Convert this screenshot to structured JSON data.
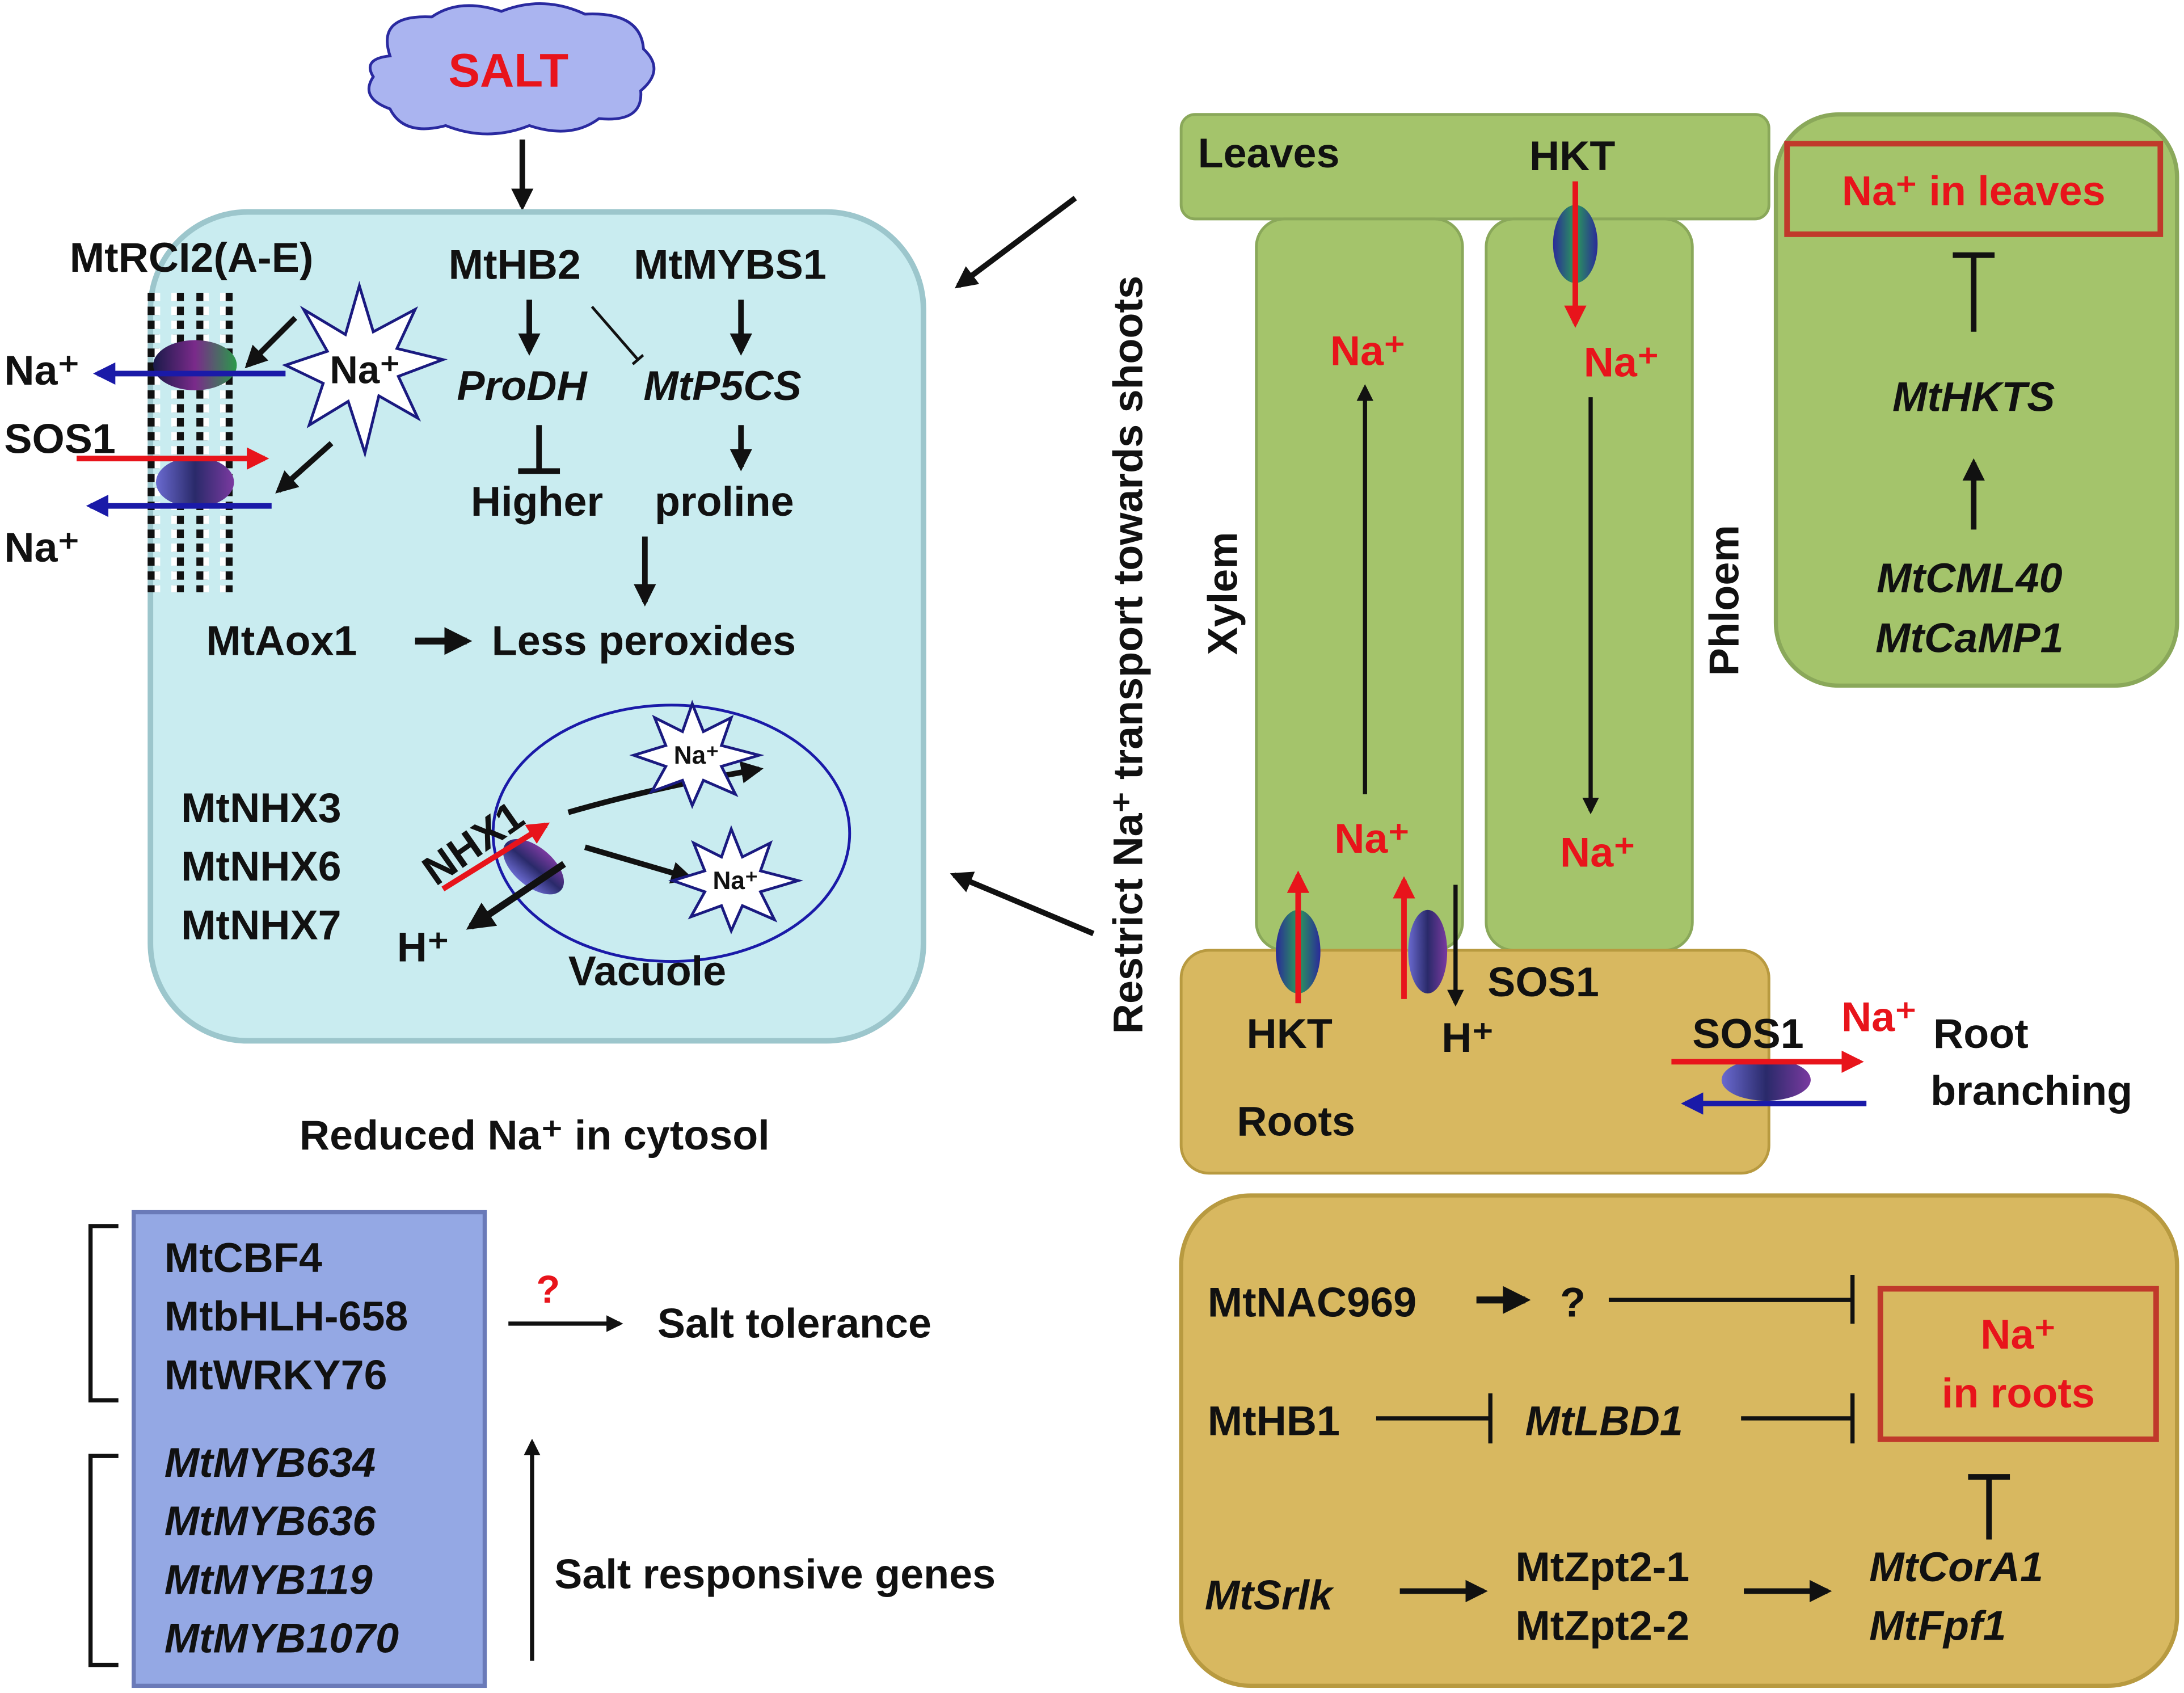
{
  "colors": {
    "cell": "#c9ecf0",
    "green": "#a4c46b",
    "root": "#d8b860",
    "gene_box": "#94a8e4",
    "red": "#e8141b",
    "blue": "#1a1aa8"
  },
  "salt": "SALT",
  "cell": {
    "mtrci2": "MtRCI2(A-E)",
    "na_out_top": "Na⁺",
    "sos1": "SOS1",
    "na_out_bottom": "Na⁺",
    "na_star": "Na⁺",
    "mthb2": "MtHB2",
    "mtmybs1": "MtMYBS1",
    "prodh": "ProDH",
    "mtp5cs": "MtP5CS",
    "higher": "Higher",
    "proline": "proline",
    "mtaox1": "MtAox1",
    "less_peroxides": "Less peroxides",
    "nhx3": "MtNHX3",
    "nhx6": "MtNHX6",
    "nhx7": "MtNHX7",
    "nhx1": "NHX1",
    "h_plus": "H⁺",
    "vac_na1": "Na⁺",
    "vac_na2": "Na⁺",
    "vacuole": "Vacuole"
  },
  "reduced_na": "Reduced Na⁺ in cytosol",
  "restrict": "Restrict Na⁺ transport towards shoots",
  "plant": {
    "leaves": "Leaves",
    "hkt_top": "HKT",
    "xylem": "Xylem",
    "phloem": "Phloem",
    "xylem_na_top": "Na⁺",
    "xylem_na_bottom": "Na⁺",
    "phloem_na_top": "Na⁺",
    "phloem_na_bottom": "Na⁺",
    "sos1_root": "SOS1",
    "hkt_root": "HKT",
    "h_plus": "H⁺",
    "roots": "Roots",
    "sos1_outer": "SOS1",
    "na_outer": "Na⁺",
    "root_branching_1": "Root",
    "root_branching_2": "branching"
  },
  "leaf_box": {
    "title": "Na⁺ in leaves",
    "mthkts": "MtHKTS",
    "mtcml40": "MtCML40",
    "mtcamp1": "MtCaMP1"
  },
  "genes": {
    "group1": [
      "MtCBF4",
      "MtbHLH-658",
      "MtWRKY76"
    ],
    "group2": [
      "MtMYB634",
      "MtMYB636",
      "MtMYB119",
      "MtMYB1070"
    ],
    "question": "?",
    "salt_tolerance": "Salt tolerance",
    "salt_responsive": "Salt responsive genes"
  },
  "root_box": {
    "mtnac969": "MtNAC969",
    "question": "?",
    "mthb1": "MtHB1",
    "mtlbd1": "MtLBD1",
    "na": "Na⁺",
    "in_roots": "in roots",
    "mtsrlk": "MtSrlk",
    "zpt1": "MtZpt2-1",
    "zpt2": "MtZpt2-2",
    "cora1": "MtCorA1",
    "fpf1": "MtFpf1"
  }
}
